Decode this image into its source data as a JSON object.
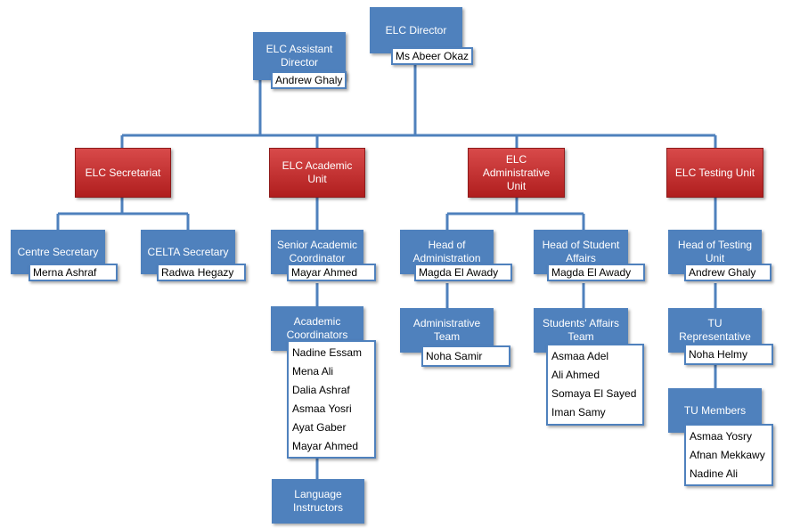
{
  "director": {
    "title": "ELC Director",
    "name": "Ms Abeer Okaz"
  },
  "assistant": {
    "title": "ELC Assistant Director",
    "name": "Andrew Ghaly"
  },
  "units": {
    "secretariat": {
      "title": "ELC Secretariat",
      "centre": {
        "title": "Centre Secretary",
        "name": "Merna Ashraf"
      },
      "celta": {
        "title": "CELTA Secretary",
        "name": "Radwa Hegazy"
      }
    },
    "academic": {
      "title": "ELC Academic Unit",
      "senior": {
        "title": "Senior Academic Coordinator",
        "name": "Mayar Ahmed"
      },
      "coordinators": {
        "title": "Academic Coordinators",
        "members": [
          "Nadine Essam",
          "Mena Ali",
          "Dalia Ashraf",
          "Asmaa Yosri",
          "Ayat Gaber",
          "Mayar Ahmed"
        ]
      },
      "instructors": {
        "title": "Language Instructors"
      }
    },
    "administrative": {
      "title": "ELC Administrative Unit",
      "head_admin": {
        "title": "Head of Administration",
        "name": "Magda El Awady"
      },
      "admin_team": {
        "title": "Administrative Team",
        "name": "Noha Samir"
      },
      "head_student": {
        "title": "Head of Student Affairs",
        "name": "Magda El Awady"
      },
      "student_team": {
        "title": "Students' Affairs Team",
        "members": [
          "Asmaa Adel",
          "Ali Ahmed",
          "Somaya El Sayed",
          "Iman Samy"
        ]
      }
    },
    "testing": {
      "title": "ELC Testing Unit",
      "head": {
        "title": "Head of Testing Unit",
        "name": "Andrew Ghaly"
      },
      "rep": {
        "title": "TU Representative",
        "name": "Noha Helmy"
      },
      "members": {
        "title": "TU Members",
        "members": [
          "Asmaa Yosry",
          "Afnan Mekkawy",
          "Nadine Ali"
        ]
      }
    }
  },
  "colors": {
    "box": "#4f81bd",
    "unit": "#c0292b",
    "line": "#4f81bd"
  }
}
